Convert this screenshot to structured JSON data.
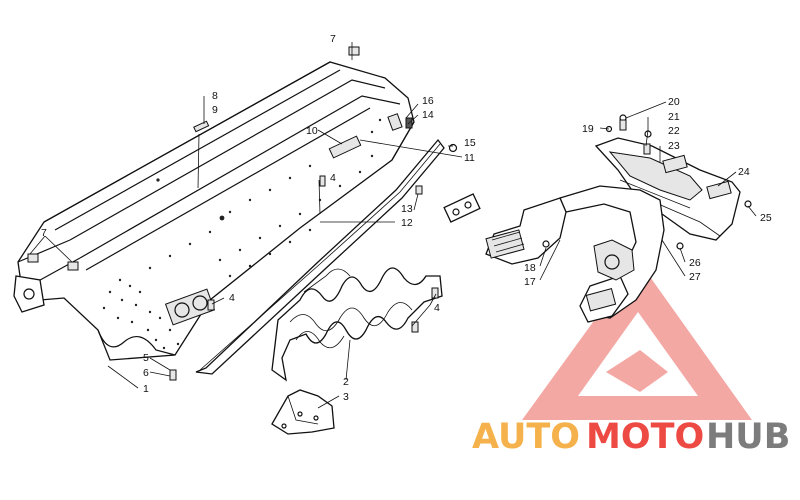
{
  "callouts": [
    {
      "text": "1"
    },
    {
      "text": "2"
    },
    {
      "text": "3"
    },
    {
      "text": "4"
    },
    {
      "text": "4"
    },
    {
      "text": "4"
    },
    {
      "text": "5"
    },
    {
      "text": "6"
    },
    {
      "text": "7"
    },
    {
      "text": "7"
    },
    {
      "text": "8"
    },
    {
      "text": "9"
    },
    {
      "text": "10"
    },
    {
      "text": "11"
    },
    {
      "text": "12"
    },
    {
      "text": "13"
    },
    {
      "text": "14"
    },
    {
      "text": "15"
    },
    {
      "text": "16"
    },
    {
      "text": "17"
    },
    {
      "text": "18"
    },
    {
      "text": "19"
    },
    {
      "text": "20"
    },
    {
      "text": "21"
    },
    {
      "text": "22"
    },
    {
      "text": "23"
    },
    {
      "text": "24"
    },
    {
      "text": "25"
    },
    {
      "text": "26"
    },
    {
      "text": "27"
    }
  ],
  "watermark": {
    "part1": "AUTO",
    "part2": "MOTO",
    "part3": "HUB",
    "color_orange": "#f5b24c",
    "color_red": "#ee4a44",
    "color_gray": "#7c7c7c"
  }
}
